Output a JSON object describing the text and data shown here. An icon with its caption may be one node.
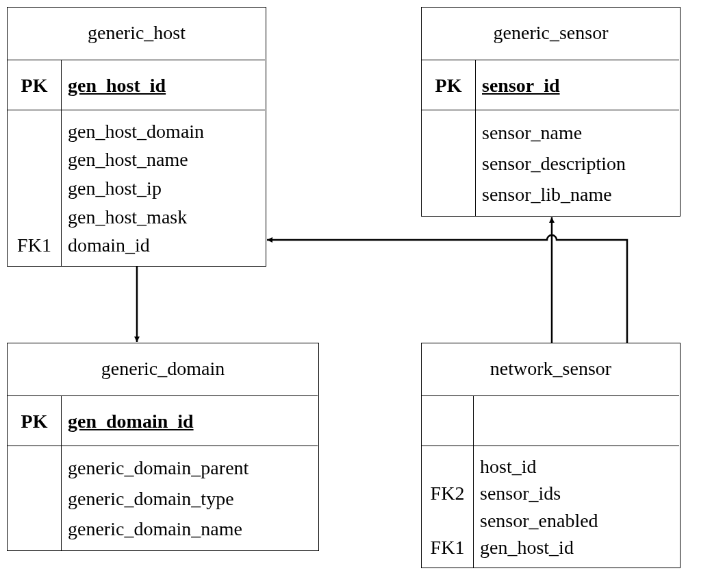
{
  "diagram": {
    "nodes": [
      {
        "text": [
          "generic_host"
        ]
      },
      {
        "text": [
          "PK",
          "gen_host_id"
        ],
        "in": 0
      },
      {
        "text": [
          "gen_host_domain",
          "gen_host_name",
          "gen_host_ip",
          "gen_host_mask",
          "FK1",
          "domain_id"
        ],
        "in": 0
      },
      {
        "text": [
          "generic_sensor"
        ]
      },
      {
        "text": [
          "PK",
          "sensor_id"
        ],
        "in": 3
      },
      {
        "text": [
          "sensor_name",
          "sensor_description",
          "sensor_lib_name"
        ],
        "in": 3
      },
      {
        "text": [
          "generic_domain"
        ]
      },
      {
        "text": [
          "PK",
          "gen_domain_id"
        ],
        "in": 6
      },
      {
        "text": [
          "generic_domain_parent",
          "generic_domain_type",
          "generic_domain_name"
        ],
        "in": 6
      },
      {
        "text": [
          "network_sensor"
        ]
      },
      {
        "text": [],
        "shape": "box",
        "in": 9
      },
      {
        "text": [
          "host_id",
          "FK2",
          "sensor_ids",
          "sensor_enabled",
          "FK1",
          "gen_host_id"
        ],
        "in": 9
      }
    ],
    "edges": [
      {
        "from": 0,
        "to": 6,
        "arrow": "to"
      },
      {
        "from": 9,
        "to": 3,
        "arrow": "to"
      },
      {
        "from": 9,
        "to": 0,
        "arrow": "to"
      }
    ]
  }
}
